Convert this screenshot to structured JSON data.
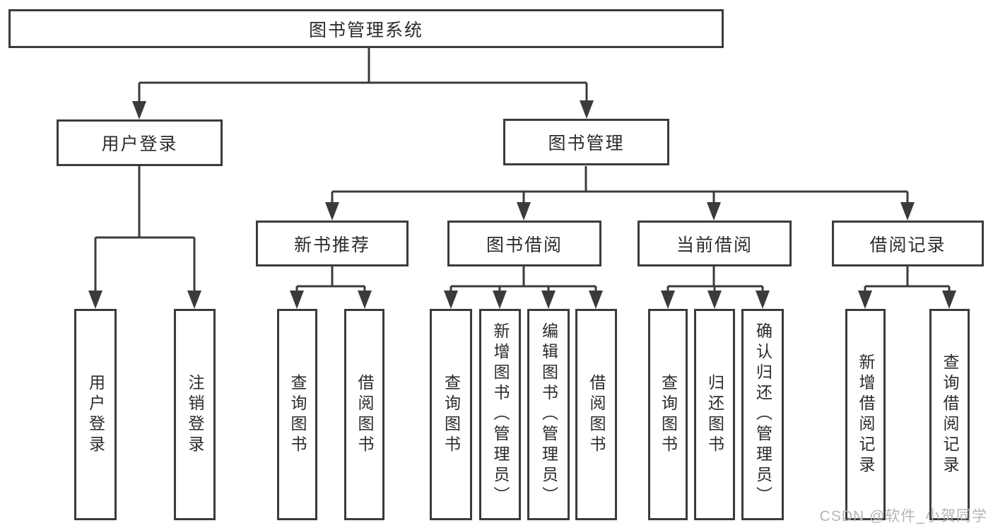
{
  "diagram": {
    "root": "图书管理系统",
    "login": {
      "label": "用户登录",
      "leaves": [
        "用户登录",
        "注销登录"
      ]
    },
    "management": {
      "label": "图书管理",
      "sections": [
        {
          "title": "新书推荐",
          "leaves": [
            "查询图书",
            "借阅图书"
          ]
        },
        {
          "title": "图书借阅",
          "leaves": [
            "查询图书",
            "新增图书（管理员）",
            "编辑图书（管理员）",
            "借阅图书"
          ]
        },
        {
          "title": "当前借阅",
          "leaves": [
            "查询图书",
            "归还图书",
            "确认归还（管理员）"
          ]
        },
        {
          "title": "借阅记录",
          "leaves": [
            "新增借阅记录",
            "查询借阅记录"
          ]
        }
      ]
    }
  },
  "watermark": {
    "text": "CSDN @软件_小贺同学"
  },
  "colors": {
    "line": "#3b3b3b",
    "text": "#2b2b2b",
    "background": "#ffffff",
    "watermark": "#b5b5b5"
  }
}
